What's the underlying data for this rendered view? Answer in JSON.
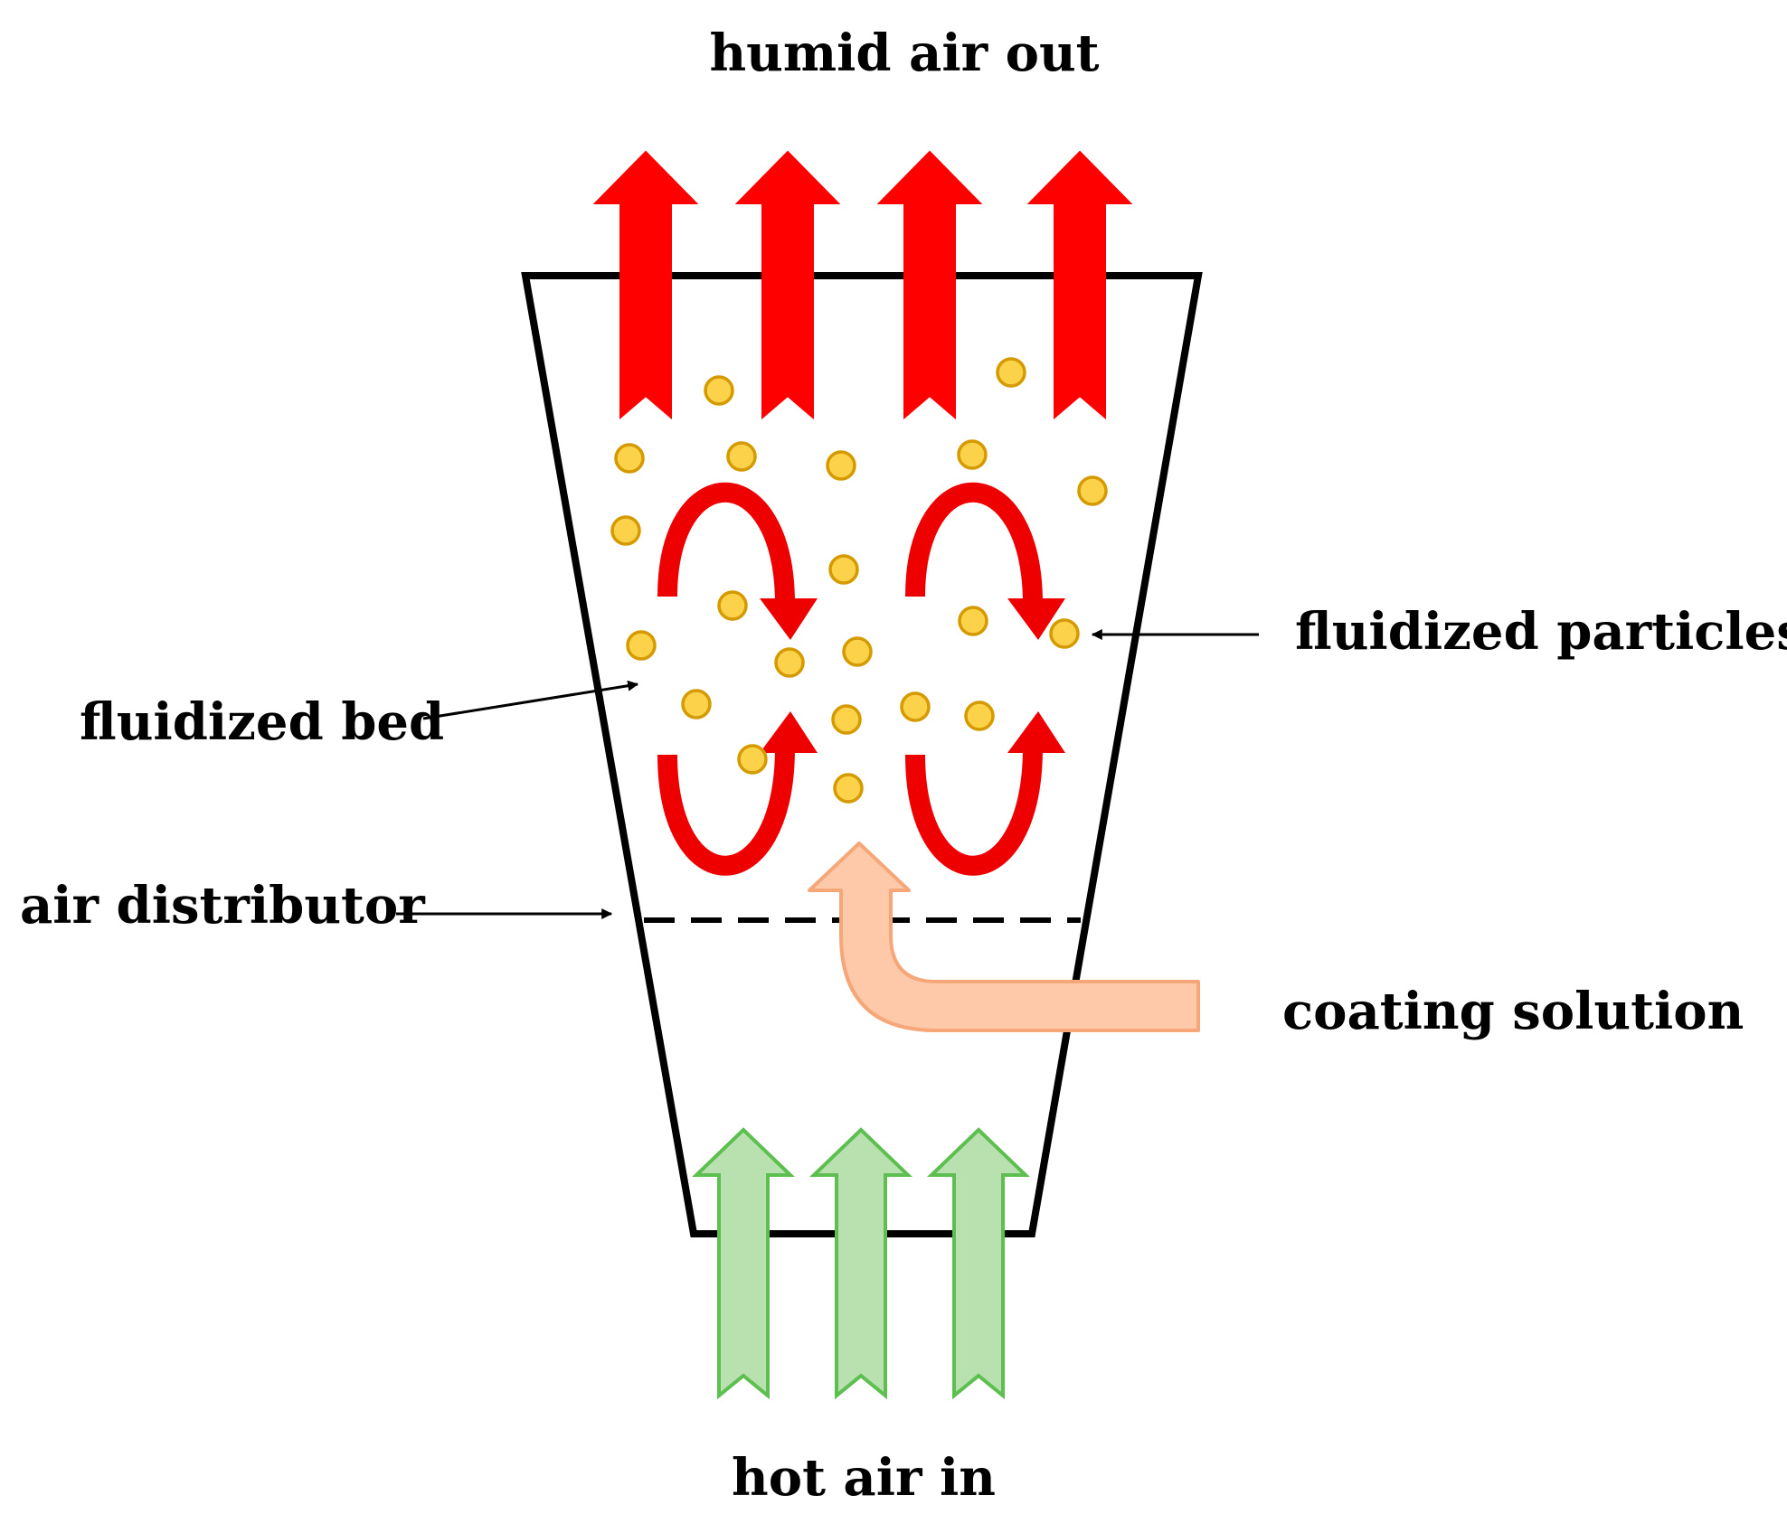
{
  "labels": {
    "top": "humid air out",
    "bottom": "hot air in",
    "particles": "fluidized particles",
    "bed": "fluidized bed",
    "distributor": "air distributor",
    "coating": "coating solution"
  },
  "colors": {
    "outflow": "#ff0000",
    "circulation": "#ee0000",
    "particle_fill": "#fbd24a",
    "particle_stroke": "#d49a00",
    "inflow_fill": "#b9e1b0",
    "inflow_stroke": "#5cbf4f",
    "coating_fill": "#fdc9a8",
    "coating_stroke": "#f6a77a",
    "outline": "#000000"
  },
  "counts": {
    "outflow_arrows": 4,
    "inflow_arrows": 3,
    "circulation_loops": 4
  }
}
